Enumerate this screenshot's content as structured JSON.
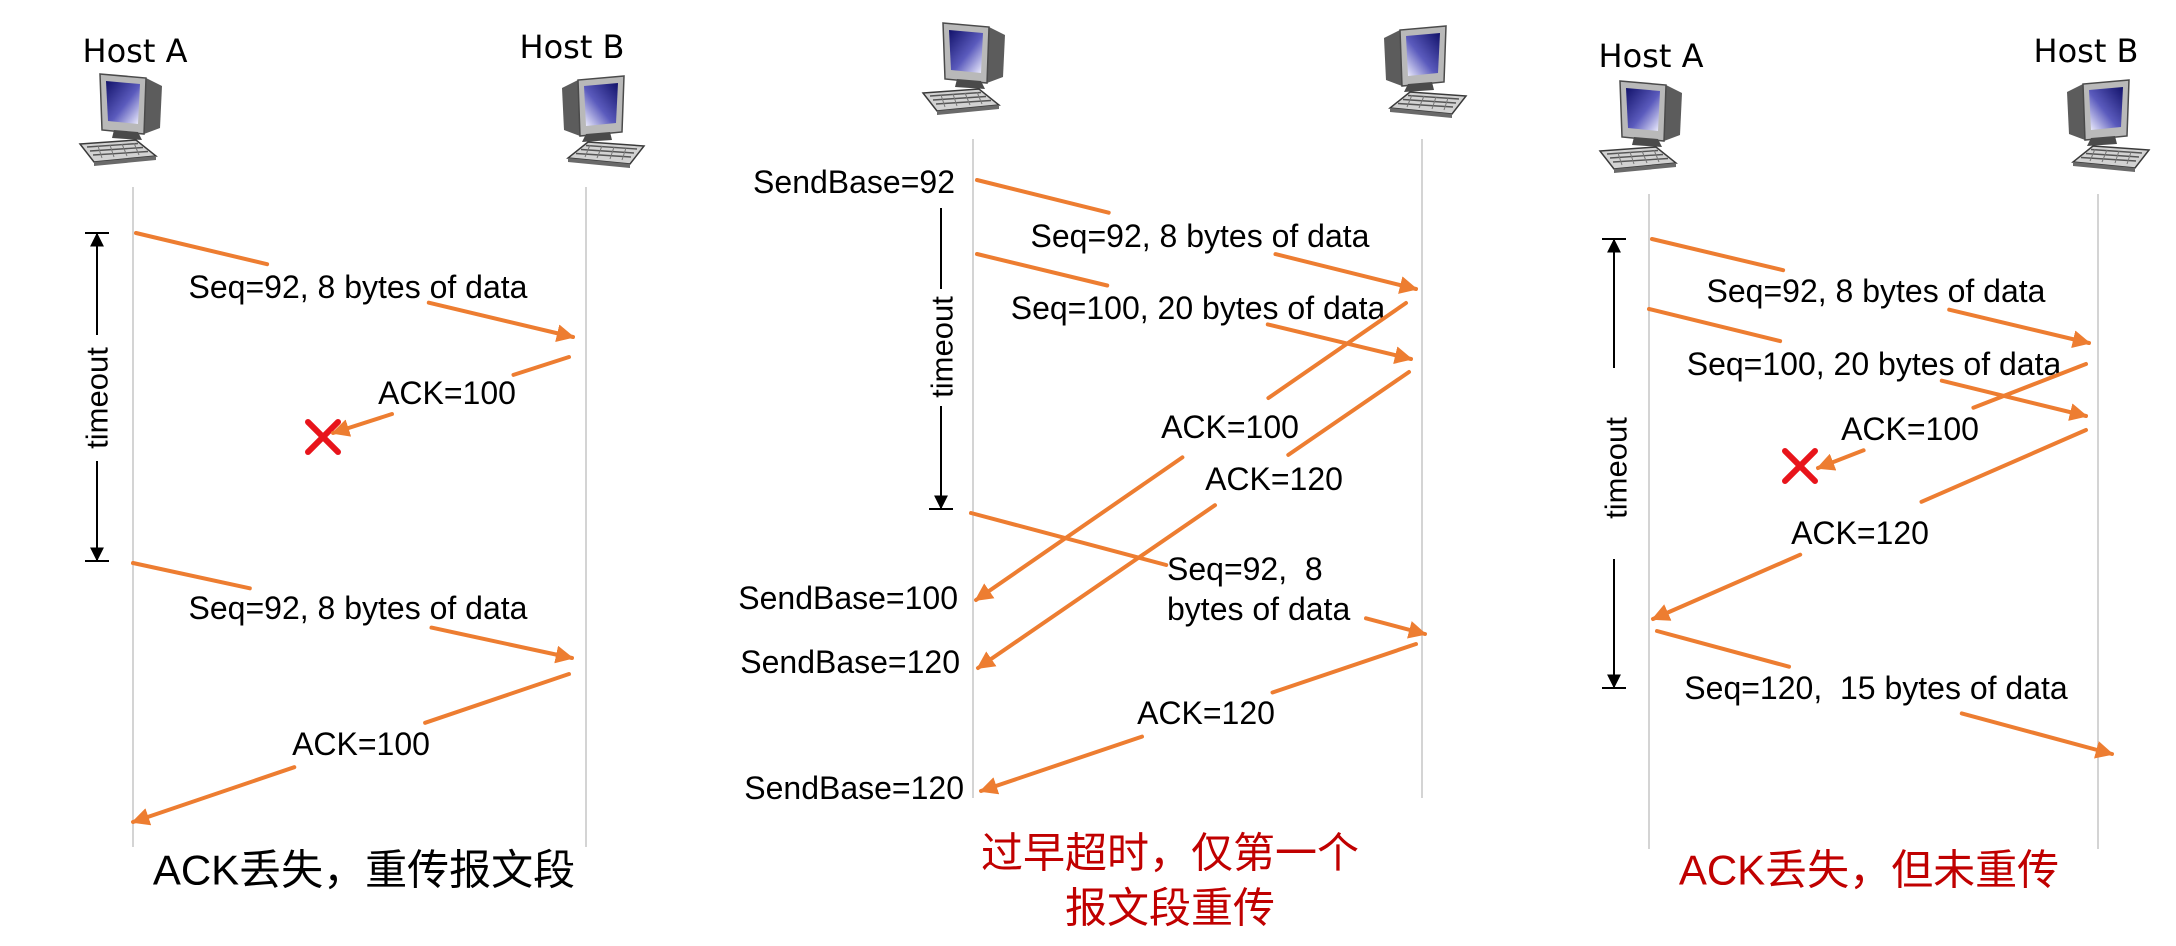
{
  "colors": {
    "arrow": "#ED7D31",
    "loss_mark": "#E8141B",
    "caption_black": "#000000",
    "caption_red": "#C00000",
    "timeline": "#D4D4D4"
  },
  "icons": {
    "host": "desktop-computer-icon",
    "loss": "red-x-icon"
  },
  "panels": [
    {
      "host_a": "Host A",
      "host_b": "Host B",
      "timeout": "timeout",
      "messages": [
        "Seq=92, 8 bytes of data",
        "ACK=100",
        "Seq=92, 8 bytes of data",
        "ACK=100"
      ],
      "caption": "ACK丢失，重传报文段"
    },
    {
      "timeout": "timeout",
      "send_base": [
        "SendBase=92",
        "SendBase=100",
        "SendBase=120",
        "SendBase=120"
      ],
      "messages": [
        "Seq=92, 8 bytes of data",
        "Seq=100, 20 bytes of data",
        "ACK=100",
        "ACK=120",
        "Seq=92,  8",
        "bytes of data",
        "ACK=120"
      ],
      "caption": [
        "过早超时，仅第一个",
        "报文段重传"
      ]
    },
    {
      "host_a": "Host A",
      "host_b": "Host B",
      "timeout": "timeout",
      "messages": [
        "Seq=92, 8 bytes of data",
        "Seq=100, 20 bytes of data",
        "ACK=100",
        "ACK=120",
        "Seq=120,  15 bytes of data"
      ],
      "caption": "ACK丢失，但未重传"
    }
  ]
}
